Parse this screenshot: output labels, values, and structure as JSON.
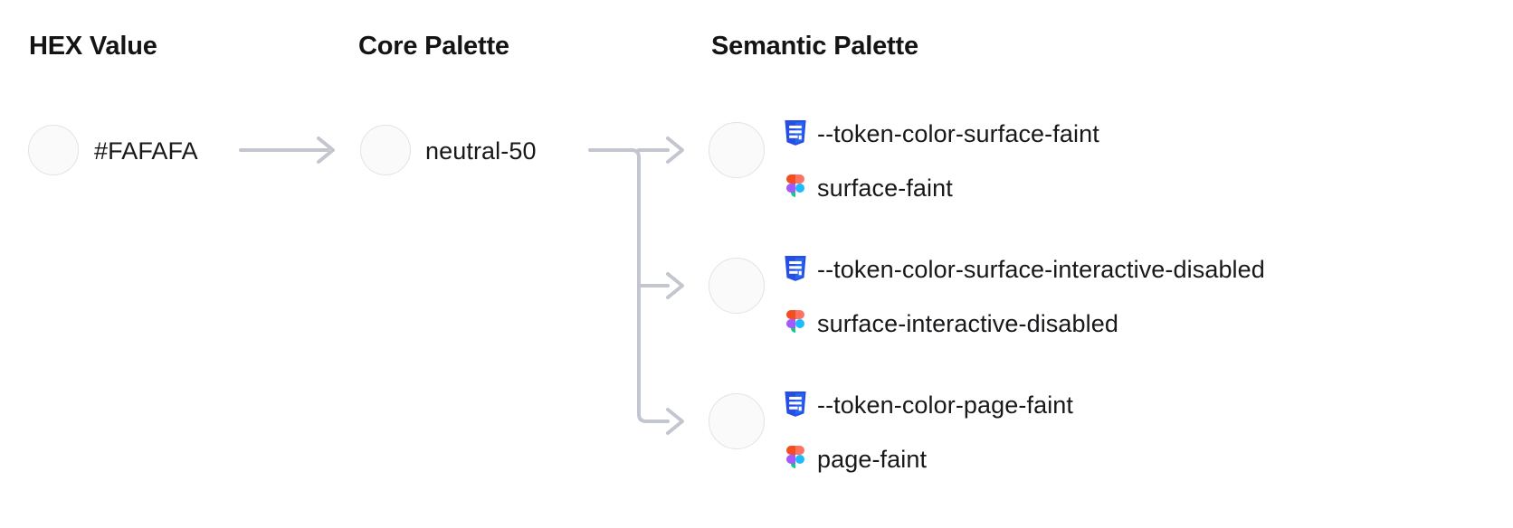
{
  "columns": {
    "hex": {
      "heading": "HEX Value"
    },
    "core": {
      "heading": "Core Palette"
    },
    "semantic": {
      "heading": "Semantic Palette"
    }
  },
  "hex": {
    "value": "#FAFAFA",
    "swatch_color": "#FAFAFA"
  },
  "core": {
    "value": "neutral-50",
    "swatch_color": "#FAFAFA"
  },
  "semantic": [
    {
      "swatch_color": "#FAFAFA",
      "css_icon": "css3-icon",
      "css_token": "--token-color-surface-faint",
      "figma_icon": "figma-icon",
      "figma_token": "surface-faint"
    },
    {
      "swatch_color": "#FAFAFA",
      "css_icon": "css3-icon",
      "css_token": "--token-color-surface-interactive-disabled",
      "figma_icon": "figma-icon",
      "figma_token": "surface-interactive-disabled"
    },
    {
      "swatch_color": "#FAFAFA",
      "css_icon": "css3-icon",
      "css_token": "--token-color-page-faint",
      "figma_icon": "figma-icon",
      "figma_token": "page-faint"
    }
  ],
  "colors": {
    "heading_text": "#141414",
    "body_text": "#18181B",
    "connector": "#C3C6CF",
    "swatch_border": "#E3E3E6",
    "css_icon_dark": "#264DE4",
    "css_icon_light": "#2965F1",
    "figma_orange": "#F24E1E",
    "figma_salmon": "#FF7262",
    "figma_purple": "#A259FF",
    "figma_cyan": "#1ABCFE",
    "figma_green": "#0ACF83"
  },
  "connectors": {
    "hex_to_core": "arrow-right",
    "core_to_semantic": "branching-arrow-right"
  }
}
